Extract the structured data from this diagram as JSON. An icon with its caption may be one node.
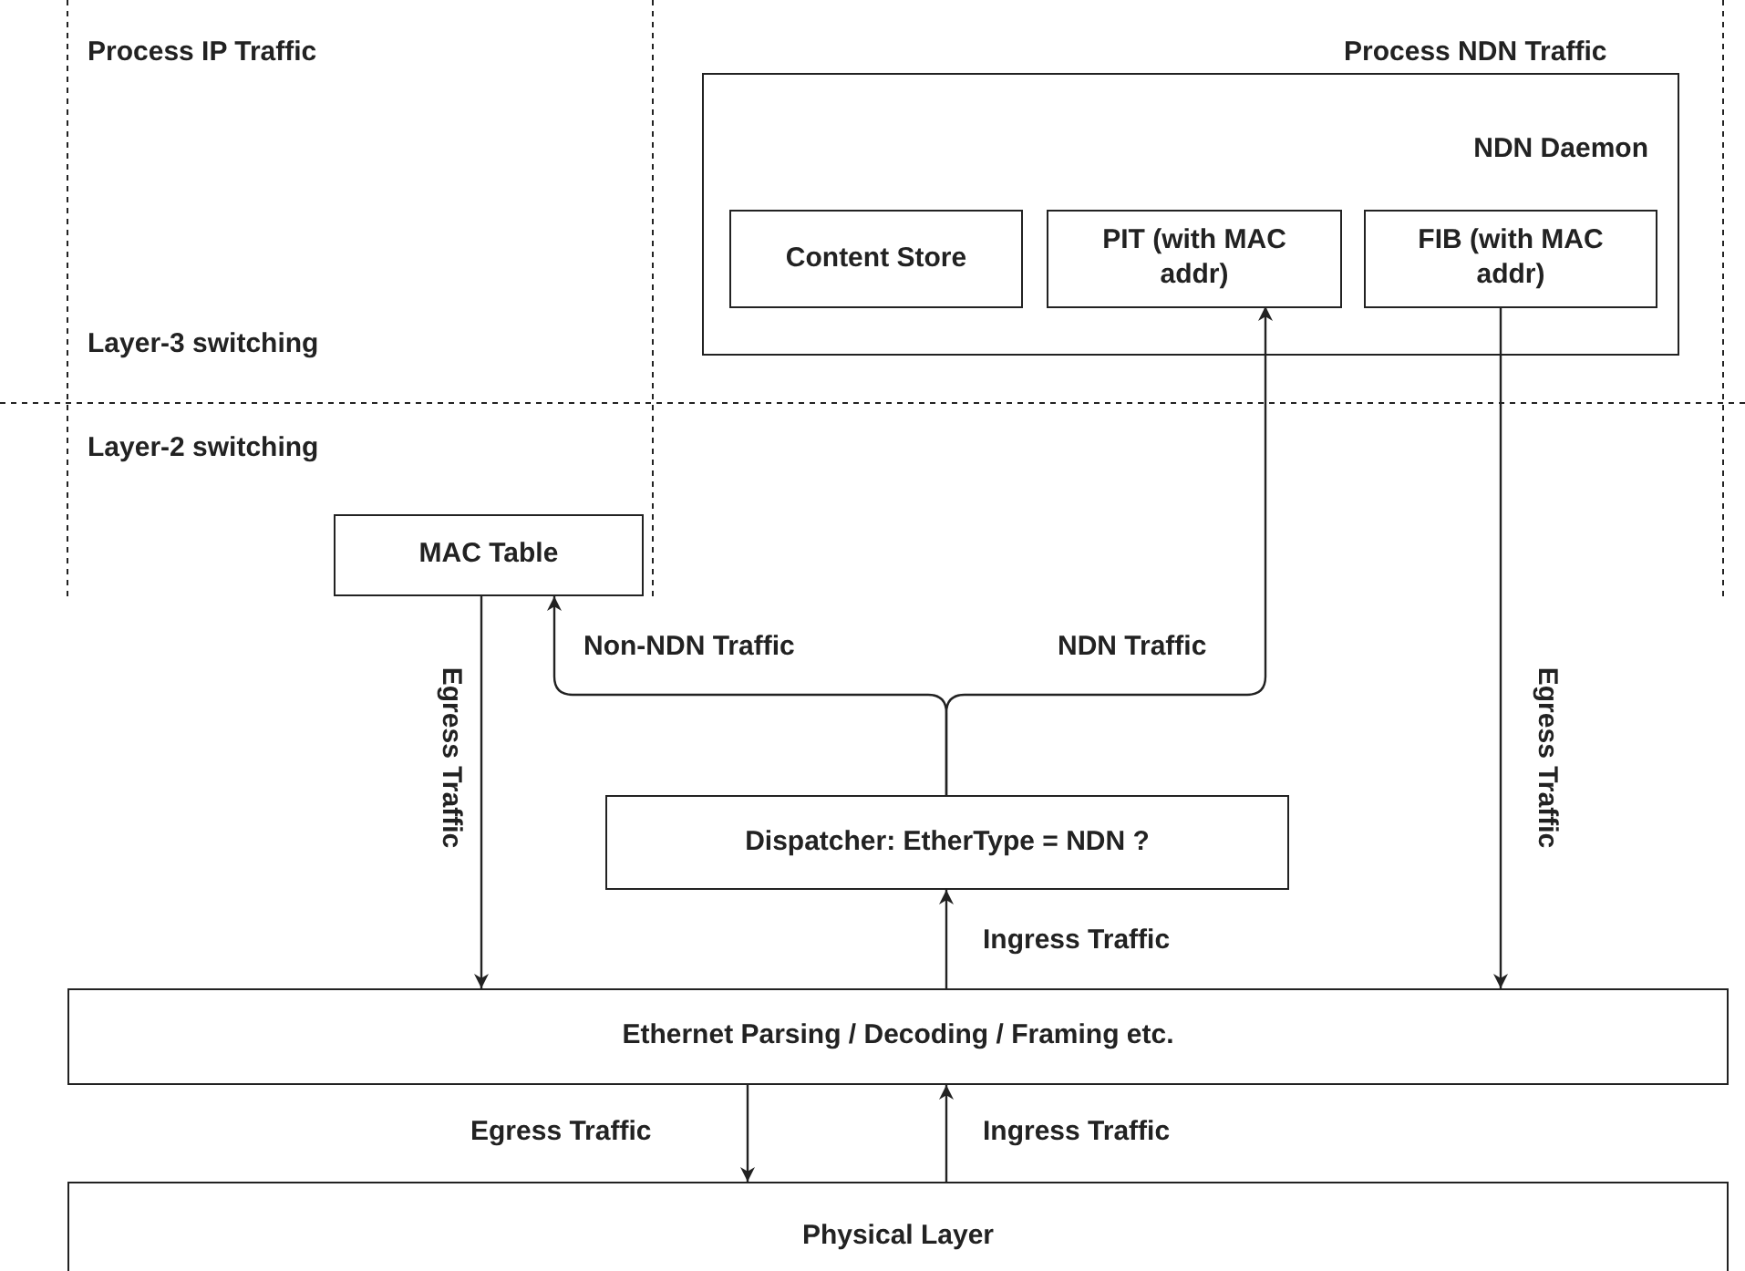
{
  "diagram": {
    "nodes": [
      {
        "text": [
          "NDN Daemon"
        ]
      },
      {
        "text": [
          "Content Store"
        ],
        "in": 0
      },
      {
        "text": [
          "PIT (with MAC addr)"
        ],
        "in": 0
      },
      {
        "text": [
          "FIB (with MAC addr)"
        ],
        "in": 0
      },
      {
        "text": [
          "MAC Table"
        ]
      },
      {
        "text": [
          "Dispatcher: EtherType = NDN ?"
        ]
      },
      {
        "text": [
          "Ethernet Parsing / Decoding / Framing etc."
        ]
      },
      {
        "text": [
          "Physical Layer"
        ]
      }
    ],
    "edges": [
      {
        "from": 5,
        "to": 4,
        "arrow": "to",
        "label": "Non-NDN Traffic"
      },
      {
        "from": 5,
        "to": 2,
        "arrow": "to",
        "label": "NDN Traffic"
      },
      {
        "from": 4,
        "to": 6,
        "arrow": "to",
        "label": "Egress Traffic"
      },
      {
        "from": 3,
        "to": 6,
        "arrow": "to",
        "label": "Egress Traffic"
      },
      {
        "from": 6,
        "to": 5,
        "arrow": "to",
        "label": "Ingress Traffic"
      },
      {
        "from": 6,
        "to": 7,
        "arrow": "to",
        "label": "Egress Traffic"
      },
      {
        "from": 7,
        "to": 6,
        "arrow": "to",
        "label": "Ingress Traffic"
      }
    ],
    "labels": [
      "Process IP Traffic",
      "Process NDN Traffic",
      "Layer-3 switching",
      "Layer-2 switching"
    ]
  }
}
